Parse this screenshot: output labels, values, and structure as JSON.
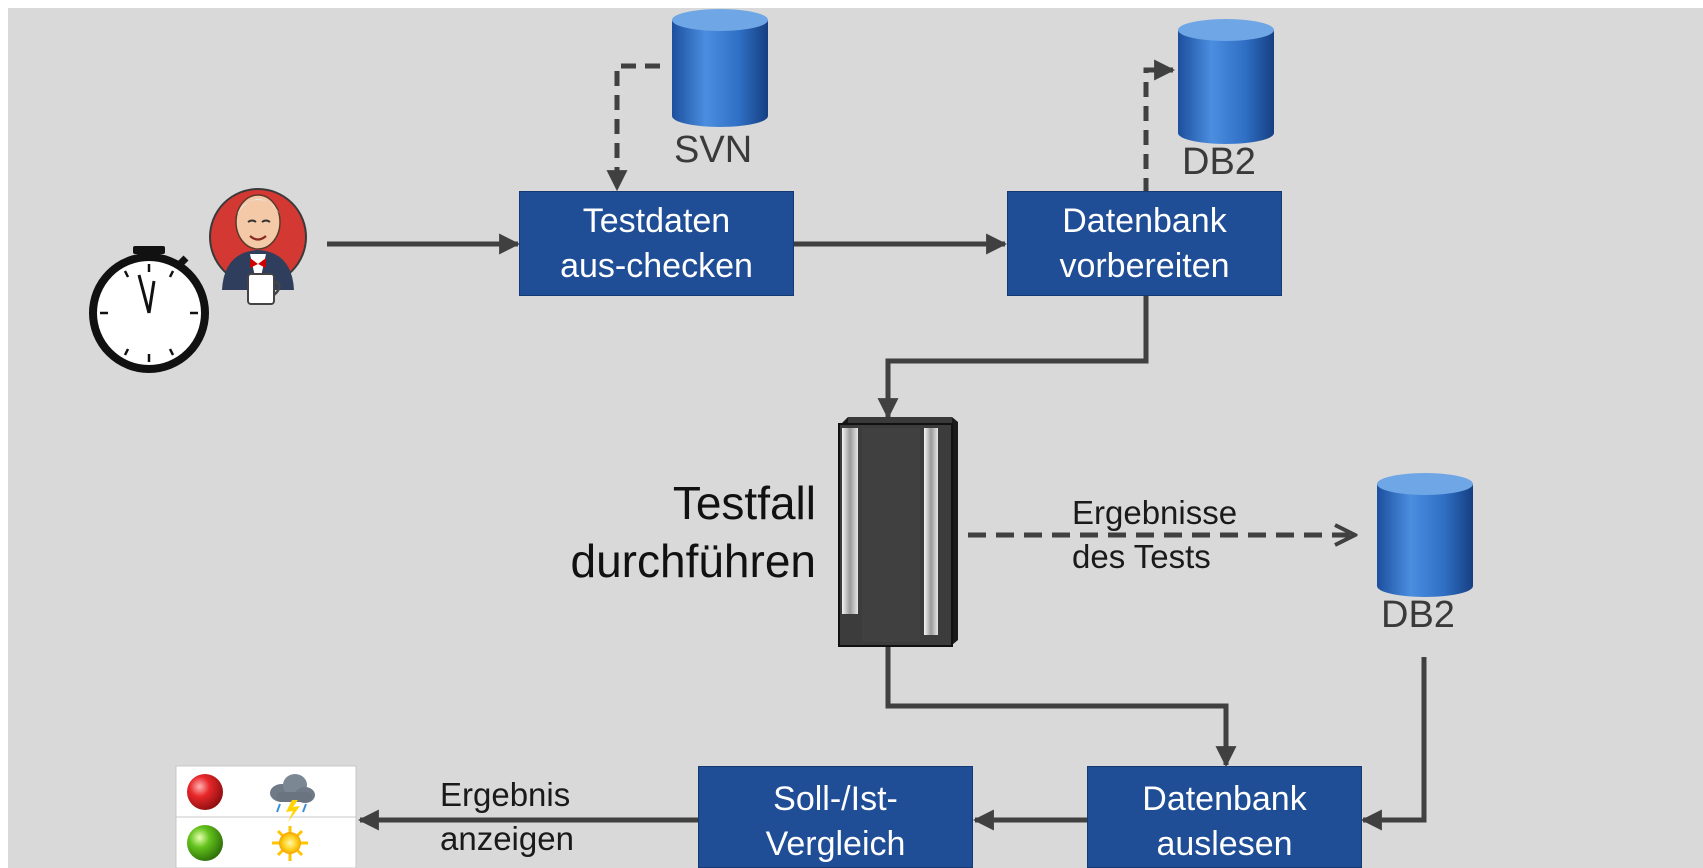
{
  "diagram": {
    "nodes": {
      "checkout": {
        "label": "Testdaten\naus-checken"
      },
      "prepare_db": {
        "label": "Datenbank\nvorbereiten"
      },
      "run_test": {
        "label": "Testfall\ndurchführen"
      },
      "read_db": {
        "label": "Datenbank\nauslesen"
      },
      "compare": {
        "label": "Soll-/Ist-\nVergleich"
      }
    },
    "databases": {
      "svn": {
        "label": "SVN",
        "icon": "cylinder-icon"
      },
      "db2_top": {
        "label": "DB2",
        "icon": "cylinder-icon"
      },
      "db2_results": {
        "label": "DB2",
        "icon": "cylinder-icon"
      }
    },
    "edge_labels": {
      "results": "Ergebnisse\ndes Tests",
      "show_result": "Ergebnis\nanzeigen"
    },
    "icons": [
      "stopwatch-icon",
      "jenkins-butler-icon",
      "server-icon",
      "red-ball-icon",
      "storm-cloud-icon",
      "green-ball-icon",
      "sun-icon"
    ],
    "colors": {
      "box": "#1f4e96",
      "background": "#d9d9d9",
      "arrow": "#404040",
      "cylinder_top": "#6fa6e6",
      "cylinder_body": "#2f6fc4"
    }
  }
}
